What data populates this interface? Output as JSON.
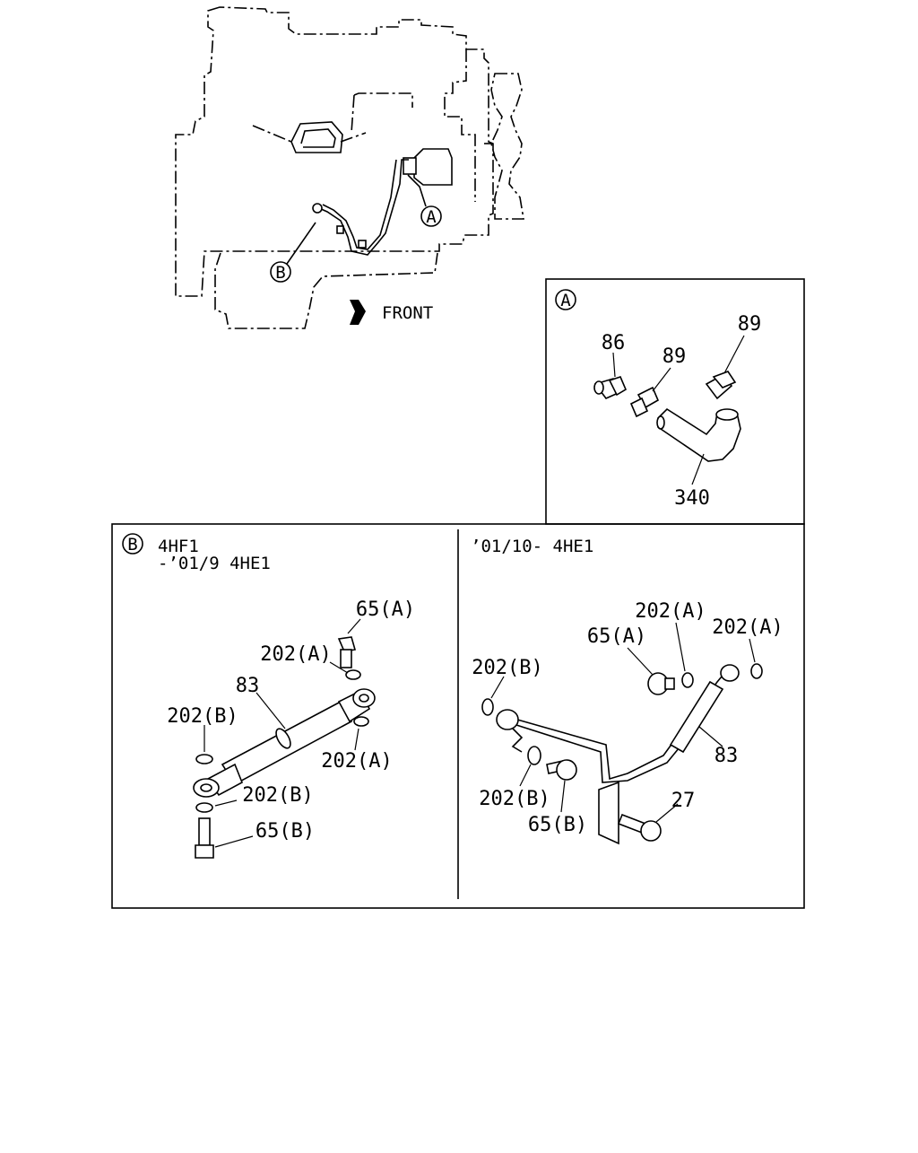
{
  "overview": {
    "front_label": "FRONT",
    "callout_a": "A",
    "callout_b": "B"
  },
  "detail_a": {
    "callout": "A",
    "parts": [
      "86",
      "89",
      "89",
      "340"
    ]
  },
  "detail_b": {
    "callout": "B",
    "left": {
      "title_line1": "4HF1",
      "title_line2": "-’01/9 4HE1",
      "parts": [
        "65(A)",
        "202(A)",
        "83",
        "202(B)",
        "202(A)",
        "202(B)",
        "65(B)"
      ]
    },
    "right": {
      "title": "’01/10- 4HE1",
      "parts": [
        "202(A)",
        "202(A)",
        "65(A)",
        "202(B)",
        "83",
        "27",
        "202(B)",
        "65(B)"
      ]
    }
  }
}
